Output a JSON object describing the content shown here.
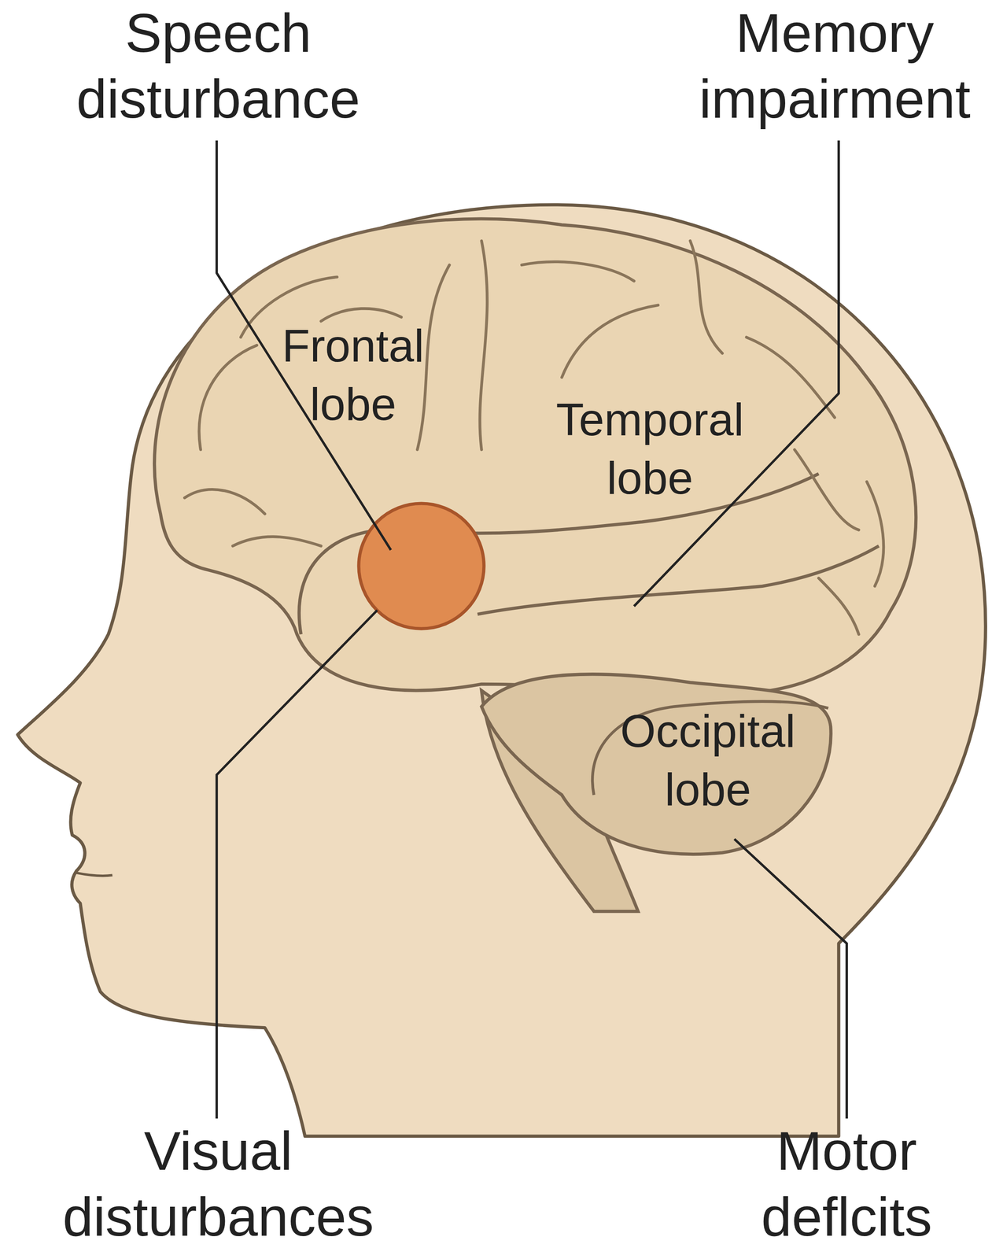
{
  "diagram": {
    "labels": [
      "Speech disturbance",
      "Memory impairment",
      "Frontal lobe",
      "Temporal lobe",
      "Occipital lobe",
      "Visual disturbances",
      "Motor deflcits"
    ]
  }
}
